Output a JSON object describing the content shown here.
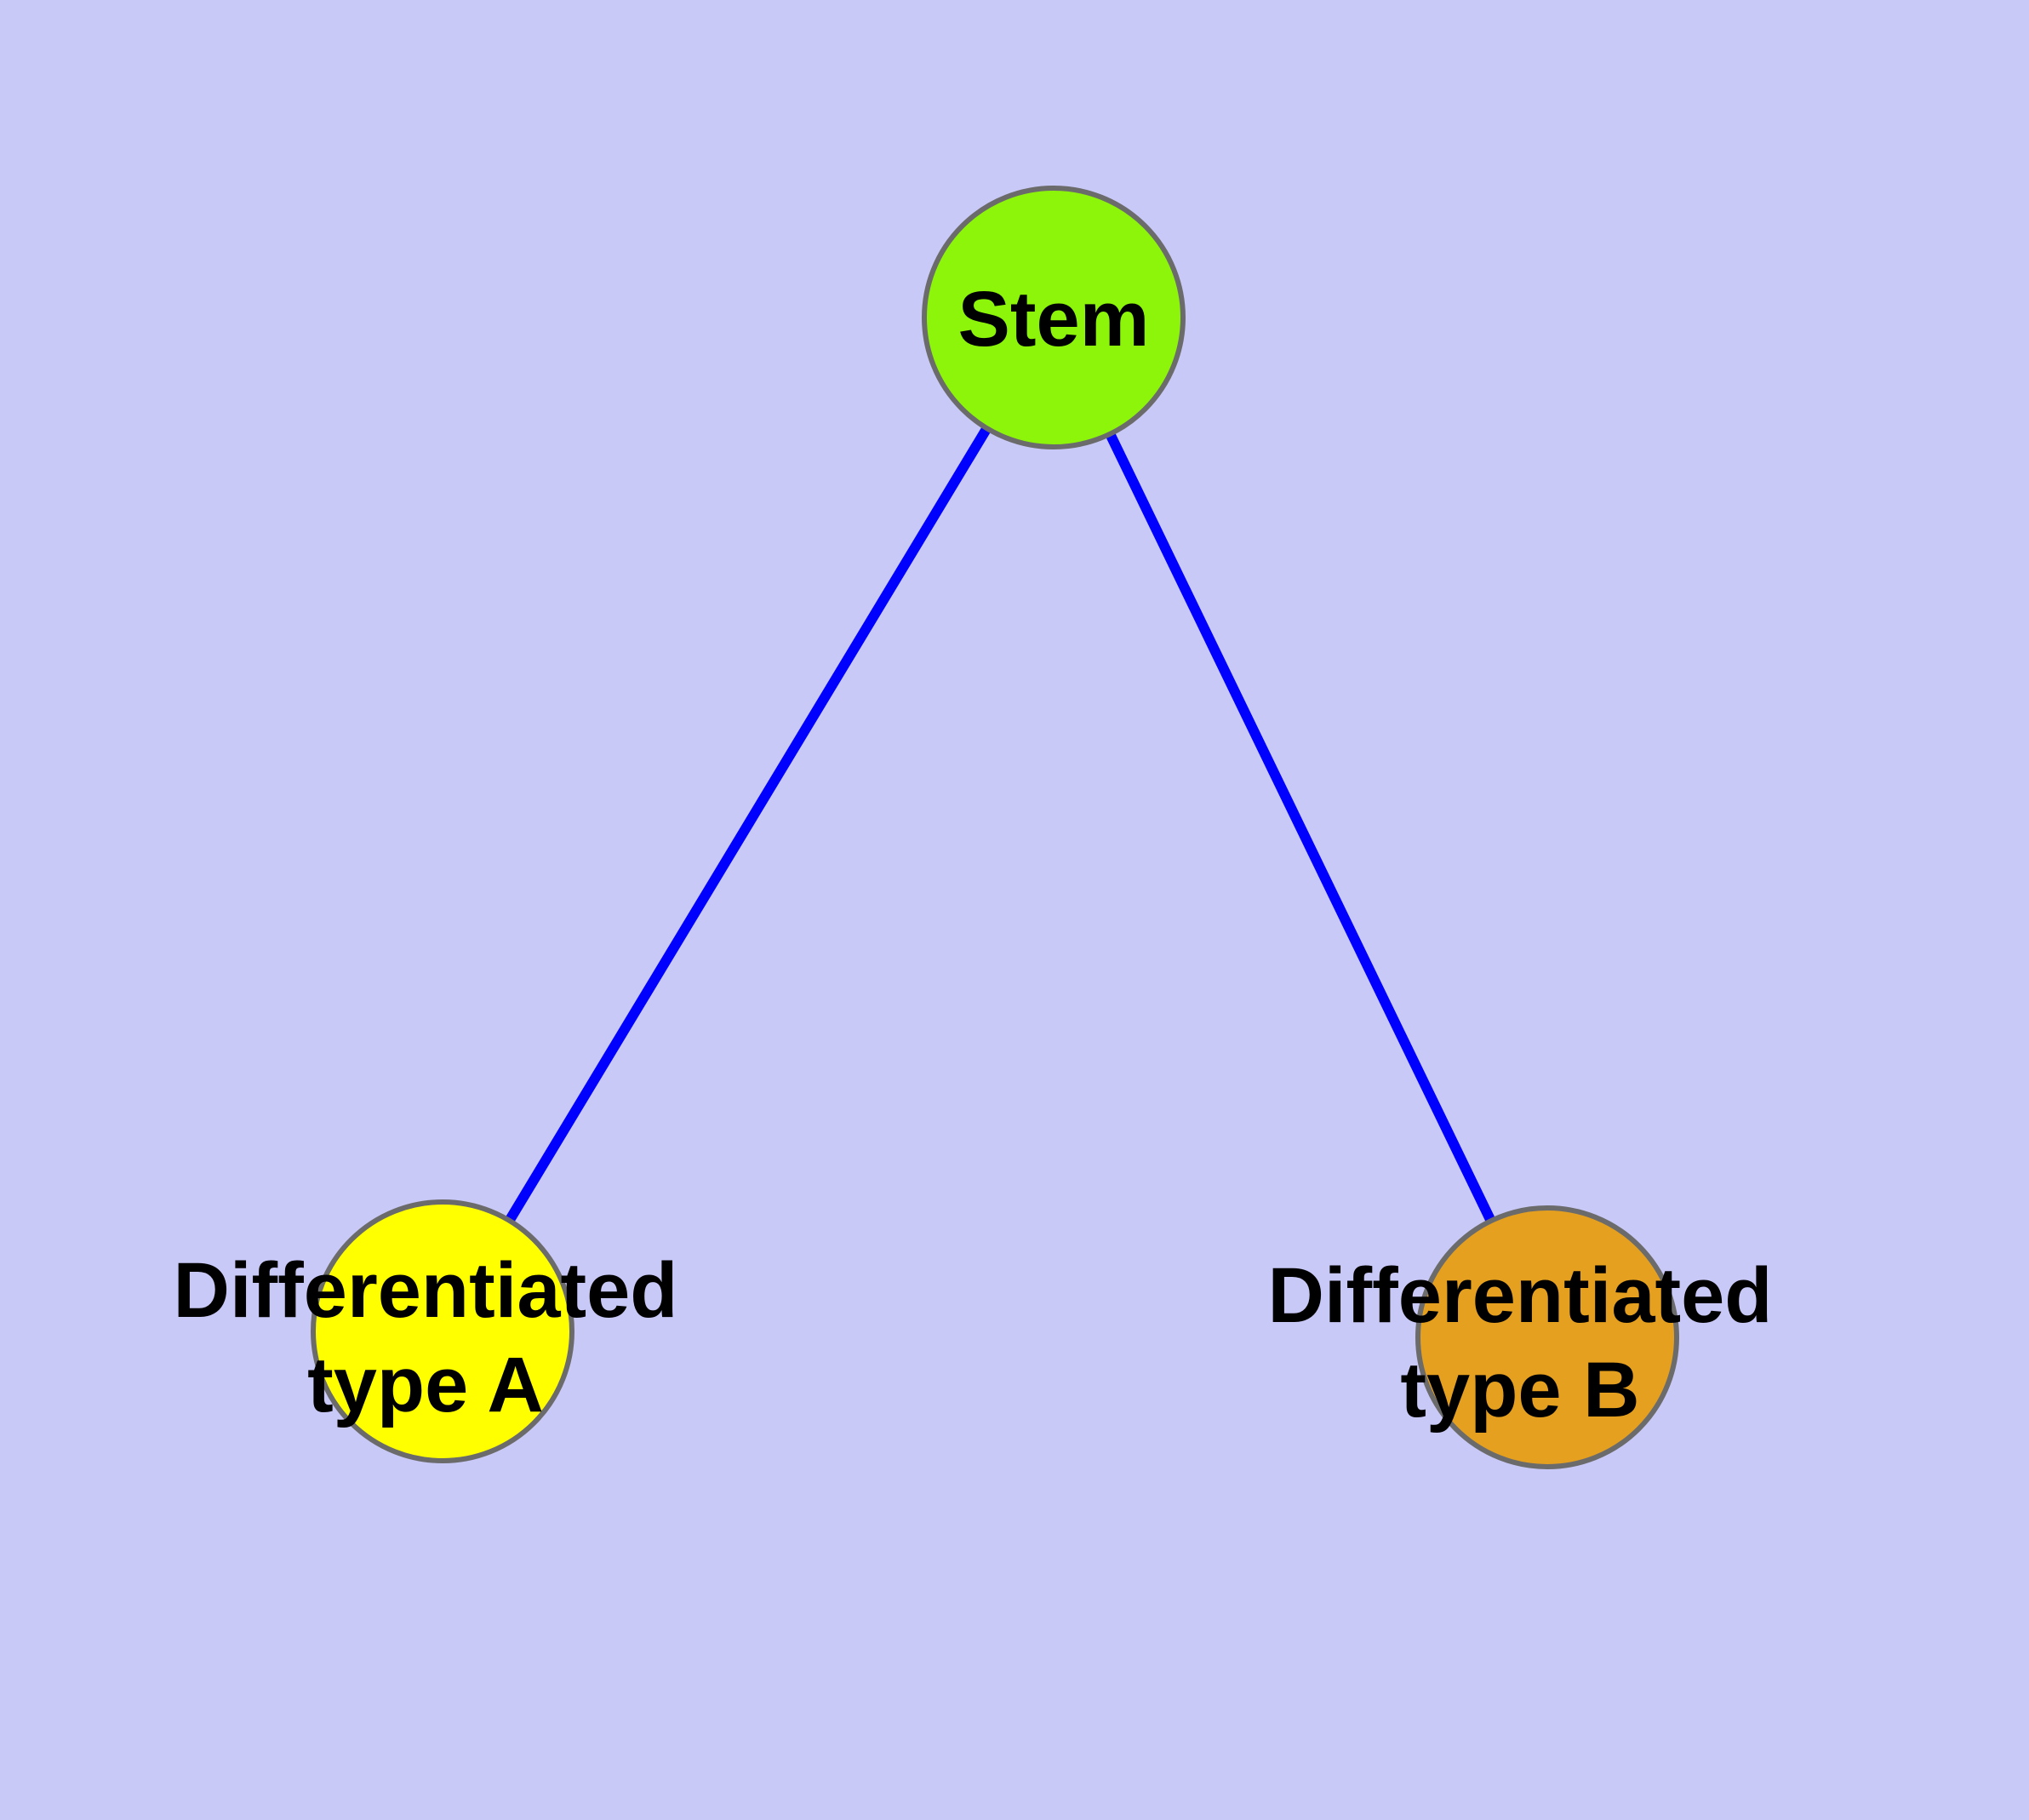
{
  "diagram": {
    "background_color": "#C9C9F8",
    "edge_color": "#0000FF",
    "node_border_color": "#6B6B6B",
    "label_color": "#000000",
    "nodes": [
      {
        "id": "stem",
        "label": "Stem",
        "fill_color": "#8CF50A"
      },
      {
        "id": "differentiated-type-a",
        "label_line1": "Differentiated",
        "label_line2": "type A",
        "fill_color": "#FFFF00"
      },
      {
        "id": "differentiated-type-b",
        "label_line1": "Differentiated",
        "label_line2": "type B",
        "fill_color": "#E5A020"
      }
    ],
    "edges": [
      {
        "from": "stem",
        "to": "differentiated-type-a"
      },
      {
        "from": "stem",
        "to": "differentiated-type-b"
      }
    ]
  }
}
